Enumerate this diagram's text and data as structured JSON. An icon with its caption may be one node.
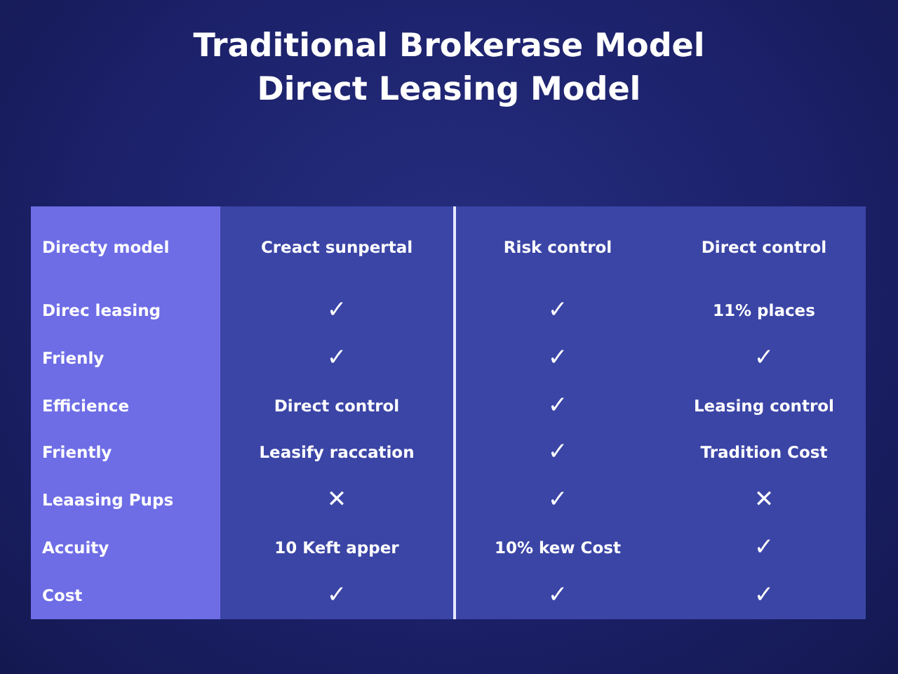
{
  "diagram": {
    "title": "Traditional Brokerase Model Direct Leasing Model",
    "labels": [
      "Directy model",
      "Creact sunpertal",
      "Risk control",
      "Direct control",
      "Direc leasing",
      "✓",
      "✓",
      "11% places",
      "Frienly",
      "✓",
      "✓",
      "✓",
      "Efficience",
      "Direct control",
      "✓",
      "Leasing control",
      "Friently",
      "Leasify raccation",
      "✓",
      "Tradition Cost",
      "Leaasing Pups",
      "✕",
      "✓",
      "✕",
      "Accuity",
      "10 Keft apper",
      "10% kew Cost",
      "✓",
      "Cost",
      "✓",
      "✓",
      "✓"
    ]
  }
}
